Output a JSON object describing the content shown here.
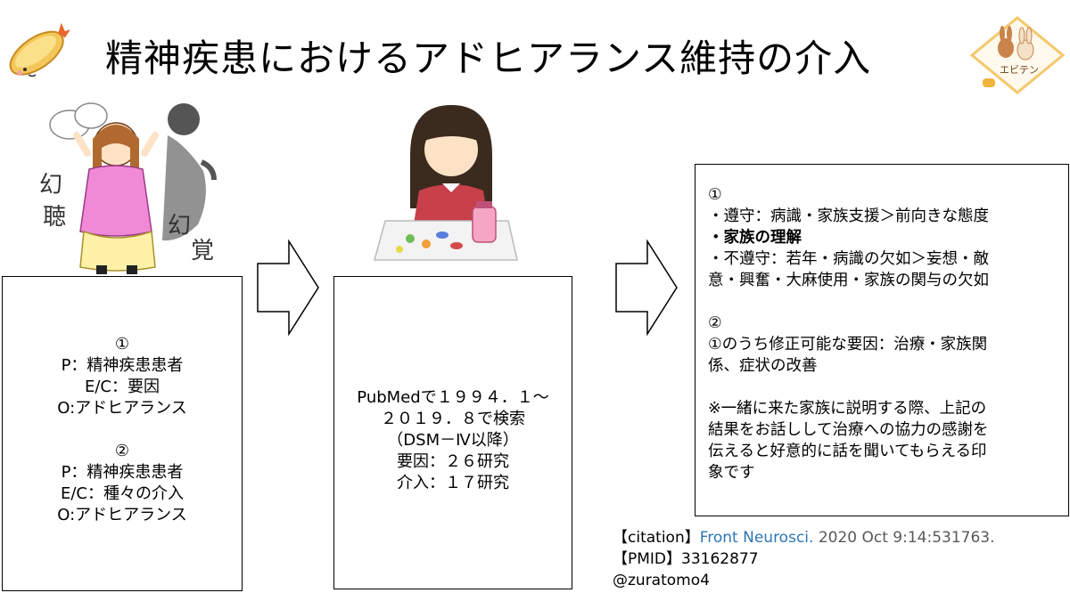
{
  "title": "精神疾患におけるアドヒアランス維持の介入",
  "logo": {
    "text": "エビテン"
  },
  "illustrations": {
    "hallucination_left": "幻",
    "hallucination_mid": "聴",
    "hallucination_right": "幻",
    "hallucination_right2": "覚"
  },
  "box1": {
    "lines": [
      "①",
      "P：精神疾患患者",
      "E/C：要因",
      "O:アドヒアランス",
      "",
      "②",
      "P：精神疾患患者",
      "E/C：種々の介入",
      "O:アドヒアランス"
    ]
  },
  "box2": {
    "lines": [
      "PubMedで１９９４．１～",
      "２０１９．８で検索",
      "（DSM－Ⅳ以降）",
      "要因：２６研究",
      "介入：１７研究"
    ]
  },
  "box3": {
    "s1_head": "①",
    "s1_l1": "・遵守：病識・家族支援＞前向きな態度",
    "s1_l2": "・家族の理解",
    "s1_l3": "・不遵守：若年・病識の欠如＞妄想・敵",
    "s1_l4": "意・興奮・大麻使用・家族の関与の欠如",
    "s2_head": "②",
    "s2_l1": "①のうち修正可能な要因：治療・家族関",
    "s2_l2": "係、症状の改善",
    "note_l1": "※一緒に来た家族に説明する際、上記の",
    "note_l2": "結果をお話しして治療への協力の感謝を",
    "note_l3": "伝えると好意的に話を聞いてもらえる印",
    "note_l4": "象です"
  },
  "citation": {
    "label": "【citation】",
    "journal": "Front Neurosci.",
    "details": " 2020 Oct 9:14:531763.",
    "pmid_label": "【PMID】",
    "pmid": "33162877",
    "handle": "@zuratomo4"
  },
  "colors": {
    "link_blue": "#2e75b6",
    "detail_gray": "#595959",
    "bg": "#ffffff",
    "border": "#000000"
  }
}
